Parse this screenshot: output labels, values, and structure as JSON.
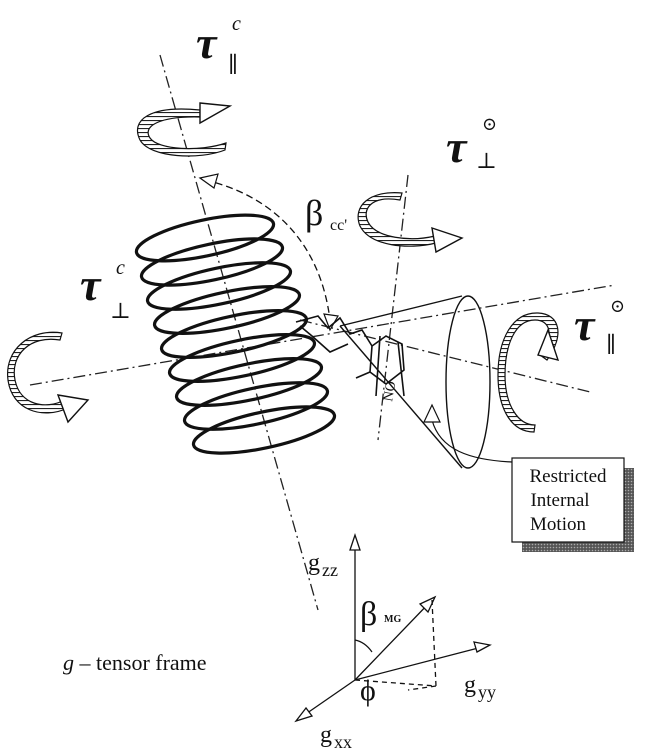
{
  "labels": {
    "tau_par_c": {
      "main": "τ",
      "sup": "c",
      "sub": "∥"
    },
    "tau_perp_c": {
      "main": "τ",
      "sup": "c",
      "sub": "⊥"
    },
    "tau_perp_o": {
      "main": "τ",
      "sup": "⊙",
      "sub": "⊥"
    },
    "tau_par_o": {
      "main": "τ",
      "sup": "⊙",
      "sub": "∥"
    },
    "beta_cc": {
      "main": "β",
      "sub": "cc'"
    },
    "beta_mg": {
      "main": "β",
      "sub": "MG"
    },
    "phi": "ϕ",
    "no_label": "NO",
    "gzz": {
      "main": "g",
      "sub": "zz"
    },
    "gyy": {
      "main": "g",
      "sub": "yy"
    },
    "gxx": {
      "main": "g",
      "sub": "xx"
    },
    "frame_caption_italic": "g",
    "frame_caption_rest": " – tensor frame"
  },
  "box": {
    "line1": "Restricted",
    "line2": "Internal",
    "line3": "Motion"
  },
  "colors": {
    "ink": "#111111",
    "background": "#ffffff"
  }
}
